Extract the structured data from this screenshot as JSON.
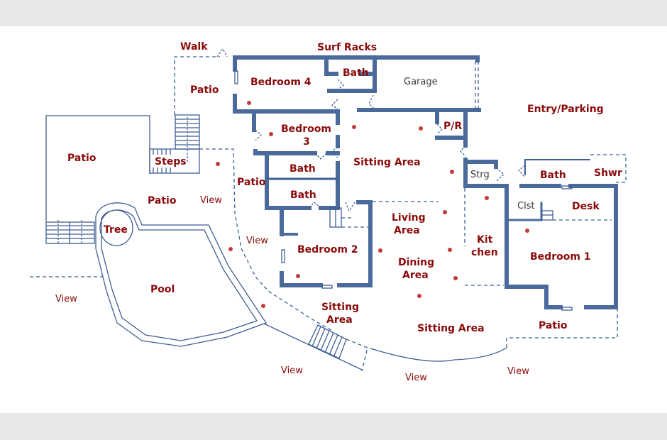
{
  "plan": {
    "title": "Floor Plan",
    "colors": {
      "walls": "#4a6a9c",
      "labels": "#8b0a0a",
      "markers": "#c23a3a",
      "background": "#ffffff",
      "frame": "#e8e8e8"
    },
    "labels": {
      "walk": "Walk",
      "surf_racks": "Surf Racks",
      "bedroom4": "Bedroom 4",
      "bath_top": "Bath",
      "garage": "Garage",
      "entry_parking": "Entry/Parking",
      "patio_upper": "Patio",
      "bedroom3_line1": "Bedroom",
      "bedroom3_line2": "3",
      "pr": "P/R",
      "patio_left": "Patio",
      "steps": "Steps",
      "sitting_area_upper": "Sitting Area",
      "storage": "Strg",
      "bath_right": "Bath",
      "shower": "Shwr",
      "bath_mid1": "Bath",
      "patio_mid": "Patio",
      "bath_mid2": "Bath",
      "patio_lower_left": "Patio",
      "view_1": "View",
      "closet": "Clst",
      "desk": "Desk",
      "tree": "Tree",
      "living_line1": "Living",
      "living_line2": "Area",
      "view_2": "View",
      "kitchen_line1": "Kit",
      "kitchen_line2": "chen",
      "bedroom2": "Bedroom 2",
      "bedroom1": "Bedroom 1",
      "dining_line1": "Dining",
      "dining_line2": "Area",
      "pool": "Pool",
      "view_left": "View",
      "sitting_lower_line1": "Sitting",
      "sitting_lower_line2": "Area",
      "sitting_area_bottom": "Sitting Area",
      "patio_right": "Patio",
      "view_bottom_left": "View",
      "view_bottom_mid": "View",
      "view_bottom_right": "View"
    }
  }
}
